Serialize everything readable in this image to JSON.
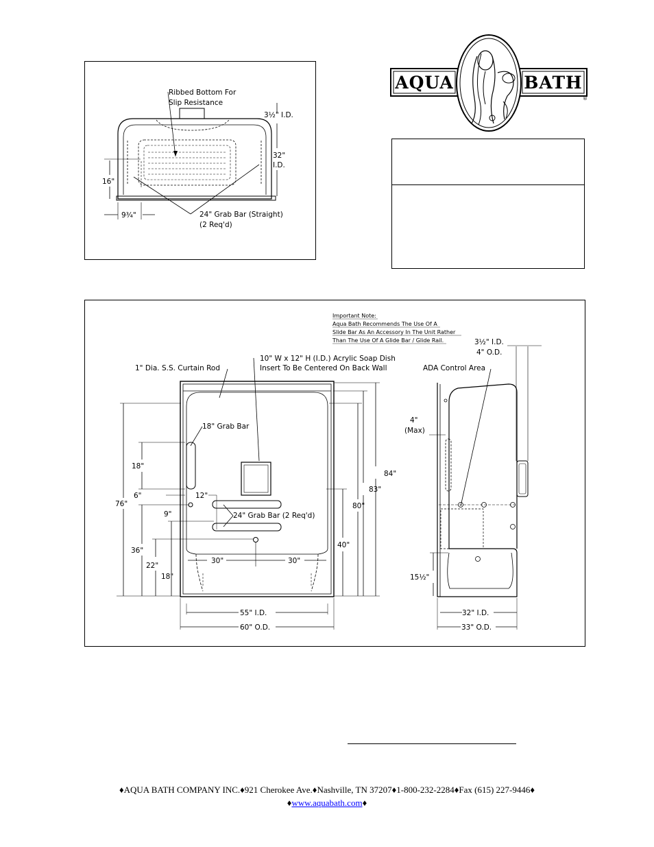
{
  "logo": {
    "left_word": "AQUA",
    "right_word": "BATH",
    "reg_mark": "®"
  },
  "top_drawing": {
    "ribbed_note_line1": "Ribbed Bottom For",
    "ribbed_note_line2": "Slip Resistance",
    "dim_top": "3½\" I.D.",
    "dim_height_line1": "32\"",
    "dim_height_line2": "I.D.",
    "dim_16": "16\"",
    "dim_9_75": "9¾\"",
    "grab_note_line1": "24\" Grab Bar (Straight)",
    "grab_note_line2": "(2 Req'd)"
  },
  "main_drawing": {
    "important_note": {
      "line1": "Important Note:",
      "line2": "Aqua Bath Recommends The Use Of A",
      "line3": "Slide Bar As An Accessory In The Unit Rather",
      "line4": "Than The Use Of A Glide Bar / Glide Rail."
    },
    "curtain_rod": "1\" Dia. S.S. Curtain Rod",
    "soap_dish_line1": "10\" W x 12\" H (I.D.) Acrylic Soap Dish",
    "soap_dish_line2": "Insert To Be Centered On Back Wall",
    "ada_control": "ADA Control Area",
    "side_top_line1": "3½\" I.D.",
    "side_top_line2": "4\" O.D.",
    "grab_18": "18\" Grab Bar",
    "grab_24": "24\" Grab Bar (2 Req'd)",
    "d18a": "18\"",
    "d6": "6\"",
    "d76": "76\"",
    "d12": "12\"",
    "d9": "9\"",
    "d36": "36\"",
    "d22": "22\"",
    "d18b": "18\"",
    "d30a": "30\"",
    "d30b": "30\"",
    "d40": "40\"",
    "d80": "80\"",
    "d83": "83\"",
    "d84": "84\"",
    "d55": "55\" I.D.",
    "d60": "60\" O.D.",
    "d4": "4\"",
    "dmax": "(Max)",
    "d15": "15½\"",
    "d32": "32\" I.D.",
    "d33": "33\" O.D."
  },
  "footer": {
    "line1": "♦AQUA BATH COMPANY INC.♦921 Cherokee Ave.♦Nashville, TN 37207♦1-800-232-2284♦Fax (615) 227-9446♦",
    "diamond_left": "♦",
    "link": "www.aquabath.com",
    "diamond_right": "♦"
  }
}
